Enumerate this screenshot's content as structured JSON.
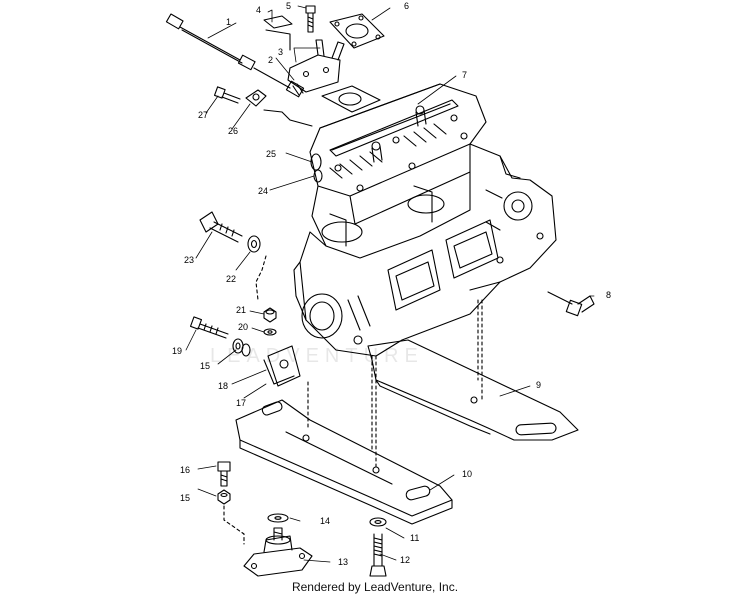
{
  "diagram": {
    "watermark": "LEADVENTURE",
    "labels": [
      "1",
      "2",
      "3",
      "4",
      "5",
      "6",
      "7",
      "8",
      "9",
      "10",
      "11",
      "12",
      "13",
      "14",
      "15",
      "15",
      "16",
      "17",
      "18",
      "19",
      "20",
      "21",
      "22",
      "23",
      "24",
      "25",
      "26",
      "27"
    ]
  },
  "footer": {
    "text": "Rendered by LeadVenture, Inc."
  }
}
